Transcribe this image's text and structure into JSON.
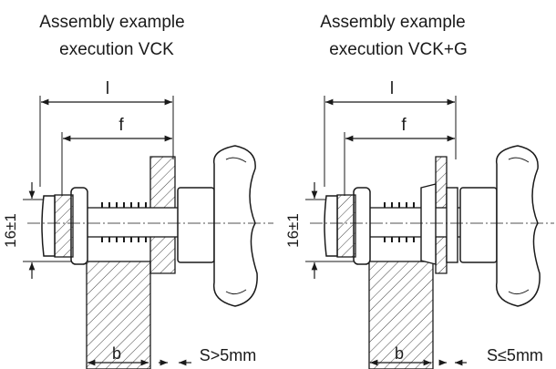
{
  "drawings": [
    {
      "title_line1": "Assembly example",
      "title_line2": "execution VCK",
      "dim_l": "l",
      "dim_f": "f",
      "dim_b": "b",
      "dim_height": "16±1",
      "condition": "S>5mm"
    },
    {
      "title_line1": "Assembly example",
      "title_line2": "execution VCK+G",
      "dim_l": "l",
      "dim_f": "f",
      "dim_b": "b",
      "dim_height": "16±1",
      "condition": "S≤5mm"
    }
  ]
}
